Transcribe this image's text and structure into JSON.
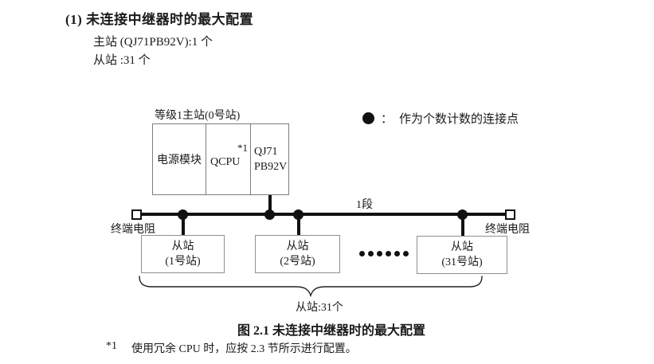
{
  "page": {
    "heading": "(1) 未连接中继器时的最大配置",
    "master_line": "主站 (QJ71PB92V):1 个",
    "slave_line": "从站 :31 个"
  },
  "diagram": {
    "master_label": "等级1主站(0号站)",
    "master_modules": {
      "power": "电源模块",
      "cpu": "QCPU",
      "cpu_note": "*1",
      "pb92v_line1": "QJ71",
      "pb92v_line2": "PB92V"
    },
    "legend": {
      "marker": "connection-point-dot",
      "separator": "：",
      "text": "作为个数计数的连接点"
    },
    "segment_label": "1段",
    "terminator_left_label": "终端电阻",
    "terminator_right_label": "终端电阻",
    "slaves": [
      {
        "line1": "从站",
        "line2": "(1号站)"
      },
      {
        "line1": "从站",
        "line2": "(2号站)"
      },
      {
        "line1": "从站",
        "line2": "(31号站)"
      }
    ],
    "ellipsis_count": 6,
    "brace_label": "从站:31个"
  },
  "caption": {
    "text": "图 2.1 未连接中继器时的最大配置"
  },
  "footnote": {
    "marker": "*1",
    "text": "使用冗余 CPU 时，应按 2.3 节所示进行配置。"
  },
  "colors": {
    "ink": "#1a1a1a",
    "line": "#111111",
    "box_border": "#7d7d7d",
    "slave_border": "#8f8f8f"
  }
}
